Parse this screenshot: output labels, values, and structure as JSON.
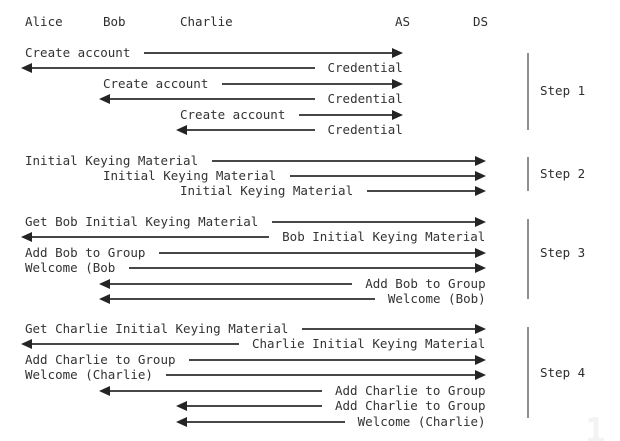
{
  "diagram": {
    "actors": [
      "Alice",
      "Bob",
      "Charlie",
      "AS",
      "DS"
    ],
    "steps": [
      {
        "label": "Step 1",
        "messages": [
          {
            "text": "Create account",
            "from": "Alice",
            "to": "AS",
            "dir": "right"
          },
          {
            "text": "Credential",
            "from": "AS",
            "to": "Alice",
            "dir": "left"
          },
          {
            "text": "Create account",
            "from": "Bob",
            "to": "AS",
            "dir": "right"
          },
          {
            "text": "Credential",
            "from": "AS",
            "to": "Bob",
            "dir": "left"
          },
          {
            "text": "Create account",
            "from": "Charlie",
            "to": "AS",
            "dir": "right"
          },
          {
            "text": "Credential",
            "from": "AS",
            "to": "Charlie",
            "dir": "left"
          }
        ]
      },
      {
        "label": "Step 2",
        "messages": [
          {
            "text": "Initial Keying Material",
            "from": "Alice",
            "to": "DS",
            "dir": "right"
          },
          {
            "text": "Initial Keying Material",
            "from": "Bob",
            "to": "DS",
            "dir": "right"
          },
          {
            "text": "Initial Keying Material",
            "from": "Charlie",
            "to": "DS",
            "dir": "right"
          }
        ]
      },
      {
        "label": "Step 3",
        "messages": [
          {
            "text": "Get Bob Initial Keying Material",
            "from": "Alice",
            "to": "DS",
            "dir": "right"
          },
          {
            "text": "Bob Initial Keying Material",
            "from": "DS",
            "to": "Alice",
            "dir": "left"
          },
          {
            "text": "Add Bob to Group",
            "from": "Alice",
            "to": "DS",
            "dir": "right"
          },
          {
            "text": "Welcome (Bob",
            "from": "Alice",
            "to": "DS",
            "dir": "right"
          },
          {
            "text": "Add Bob to Group",
            "from": "DS",
            "to": "Bob",
            "dir": "left"
          },
          {
            "text": "Welcome (Bob)",
            "from": "DS",
            "to": "Bob",
            "dir": "left"
          }
        ]
      },
      {
        "label": "Step 4",
        "messages": [
          {
            "text": "Get Charlie Initial Keying Material",
            "from": "Alice",
            "to": "DS",
            "dir": "right"
          },
          {
            "text": "Charlie Initial Keying Material",
            "from": "DS",
            "to": "Alice",
            "dir": "left"
          },
          {
            "text": "Add Charlie to Group",
            "from": "Alice",
            "to": "DS",
            "dir": "right"
          },
          {
            "text": "Welcome (Charlie)",
            "from": "Alice",
            "to": "DS",
            "dir": "right"
          },
          {
            "text": "Add Charlie to Group",
            "from": "DS",
            "to": "Bob",
            "dir": "left"
          },
          {
            "text": "Add Charlie to Group",
            "from": "DS",
            "to": "Charlie",
            "dir": "left"
          },
          {
            "text": "Welcome (Charlie)",
            "from": "DS",
            "to": "Charlie",
            "dir": "left"
          }
        ]
      }
    ],
    "watermark": "1",
    "colors": {
      "text": "#333333",
      "arrow_line": "#474747",
      "arrow_head": "#242424",
      "bracket": "#8f8f8f",
      "background": "#ffffff"
    }
  }
}
